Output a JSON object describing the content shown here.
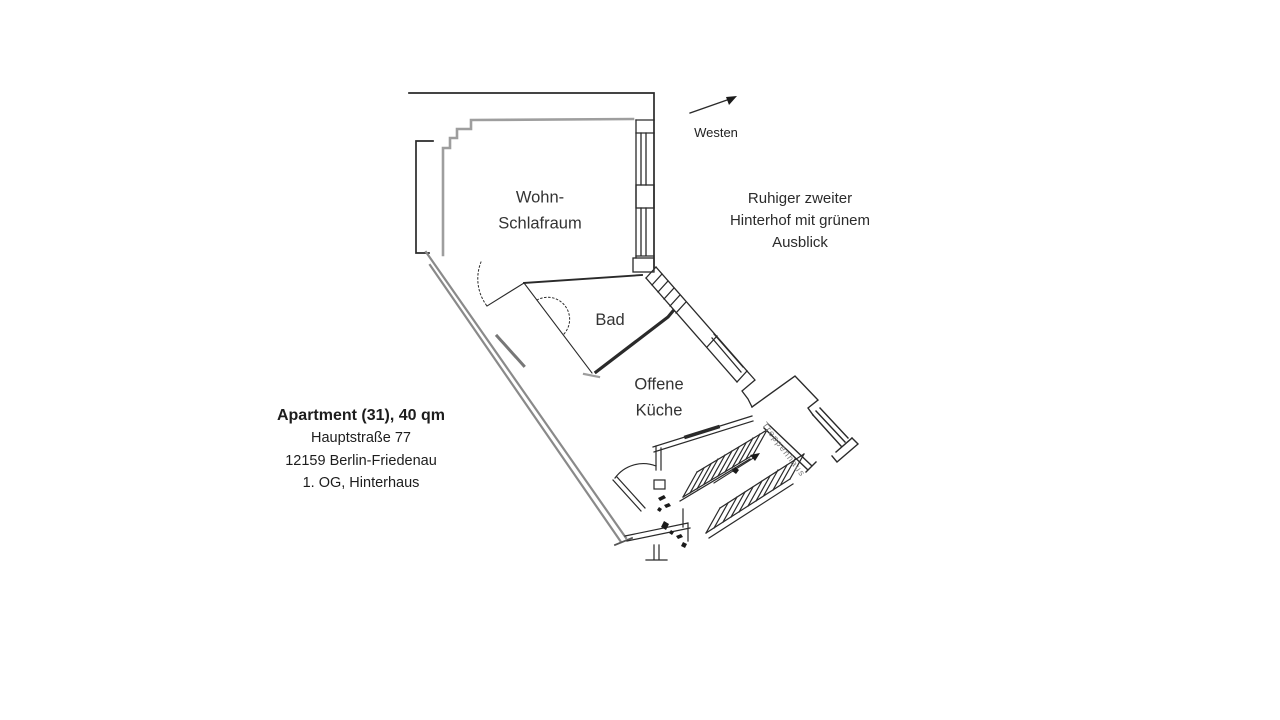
{
  "plan": {
    "rooms": {
      "living": "Wohn-\nSchlafraum",
      "bath": "Bad",
      "kitchen": "Offene\nKüche",
      "stairwell": "Treppenhaus"
    },
    "compass": {
      "label": "Westen"
    },
    "note": "Ruhiger zweiter\nHinterhof mit grünem\nAusblick",
    "address": {
      "title": "Apartment (31), 40 qm",
      "lines": [
        "Hauptstraße 77",
        "12159 Berlin-Friedenau",
        "1. OG, Hinterhaus"
      ]
    },
    "colors": {
      "background": "#ffffff",
      "wall_line": "#2a2a2a",
      "room_outline_gray": "#9e9e9e",
      "stairwell_text": "#7d7d7d"
    }
  }
}
